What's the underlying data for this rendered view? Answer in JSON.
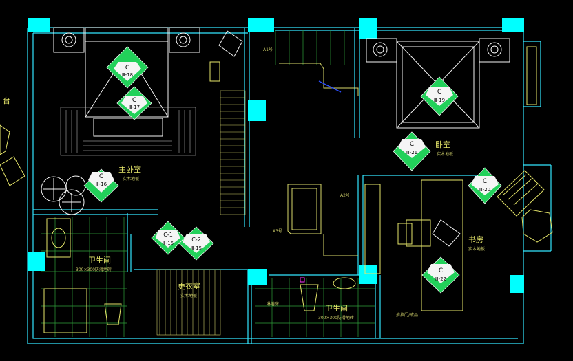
{
  "drawing": {
    "rooms": {
      "master_bedroom": "主卧室",
      "master_bath": "卫生间",
      "dressing_room": "更衣室",
      "bedroom": "卧室",
      "study": "书房",
      "bath2": "卫生间",
      "balcony_partial": "台"
    },
    "floor_notes": {
      "wood_floor": "实木地板",
      "tile_300": "300×300防滑地砖",
      "misc1": "A1号",
      "misc2": "A2号",
      "misc3": "A3号",
      "door_note": "推拉门/成品",
      "shower_note": "淋浴房"
    },
    "elevation_tags": [
      {
        "letter": "C",
        "ref": "Ⅲ-18"
      },
      {
        "letter": "C",
        "ref": "Ⅲ-17"
      },
      {
        "letter": "C",
        "ref": "Ⅲ-16"
      },
      {
        "letter": "C-1",
        "ref": "Ⅲ-15"
      },
      {
        "letter": "C-2",
        "ref": "Ⅲ-15"
      },
      {
        "letter": "C",
        "ref": "Ⅲ-19"
      },
      {
        "letter": "C",
        "ref": "Ⅲ-21"
      },
      {
        "letter": "C",
        "ref": "Ⅲ-20"
      },
      {
        "letter": "C",
        "ref": "Ⅲ-22"
      }
    ],
    "colors": {
      "background": "#000000",
      "walls": "#33e6ff",
      "columns": "#00ffff",
      "furniture": "#f5f5f5",
      "text": "#e6e66a",
      "tags": "#22d15a",
      "stair_blue": "#2a4dff"
    }
  }
}
